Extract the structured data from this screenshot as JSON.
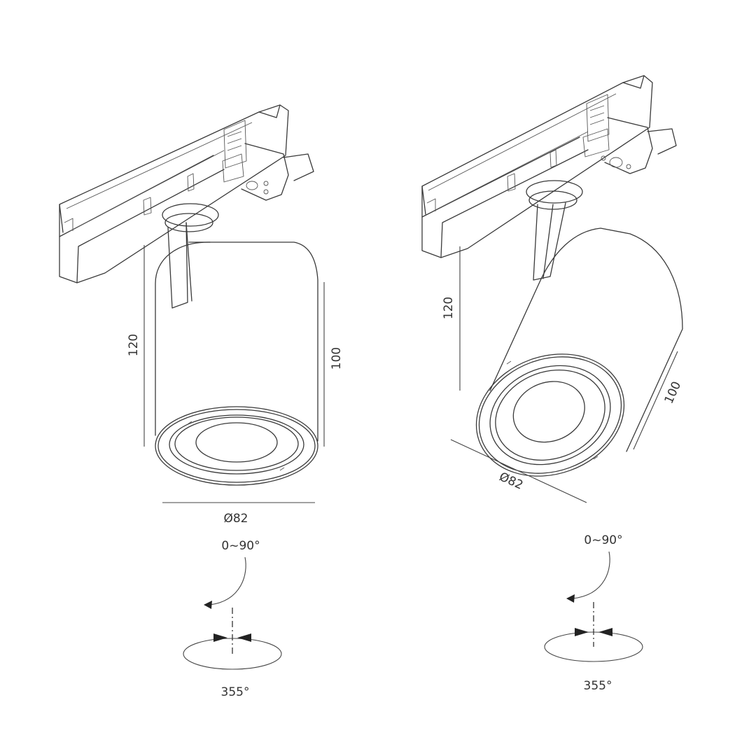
{
  "left_view": {
    "height_total": "120",
    "height_body": "100",
    "diameter": "Ø82",
    "tilt_angle": "0~90°",
    "rotation_angle": "355°"
  },
  "right_view": {
    "height_total": "120",
    "height_body": "100",
    "diameter": "Ø82",
    "tilt_angle": "0~90°",
    "rotation_angle": "355°"
  }
}
